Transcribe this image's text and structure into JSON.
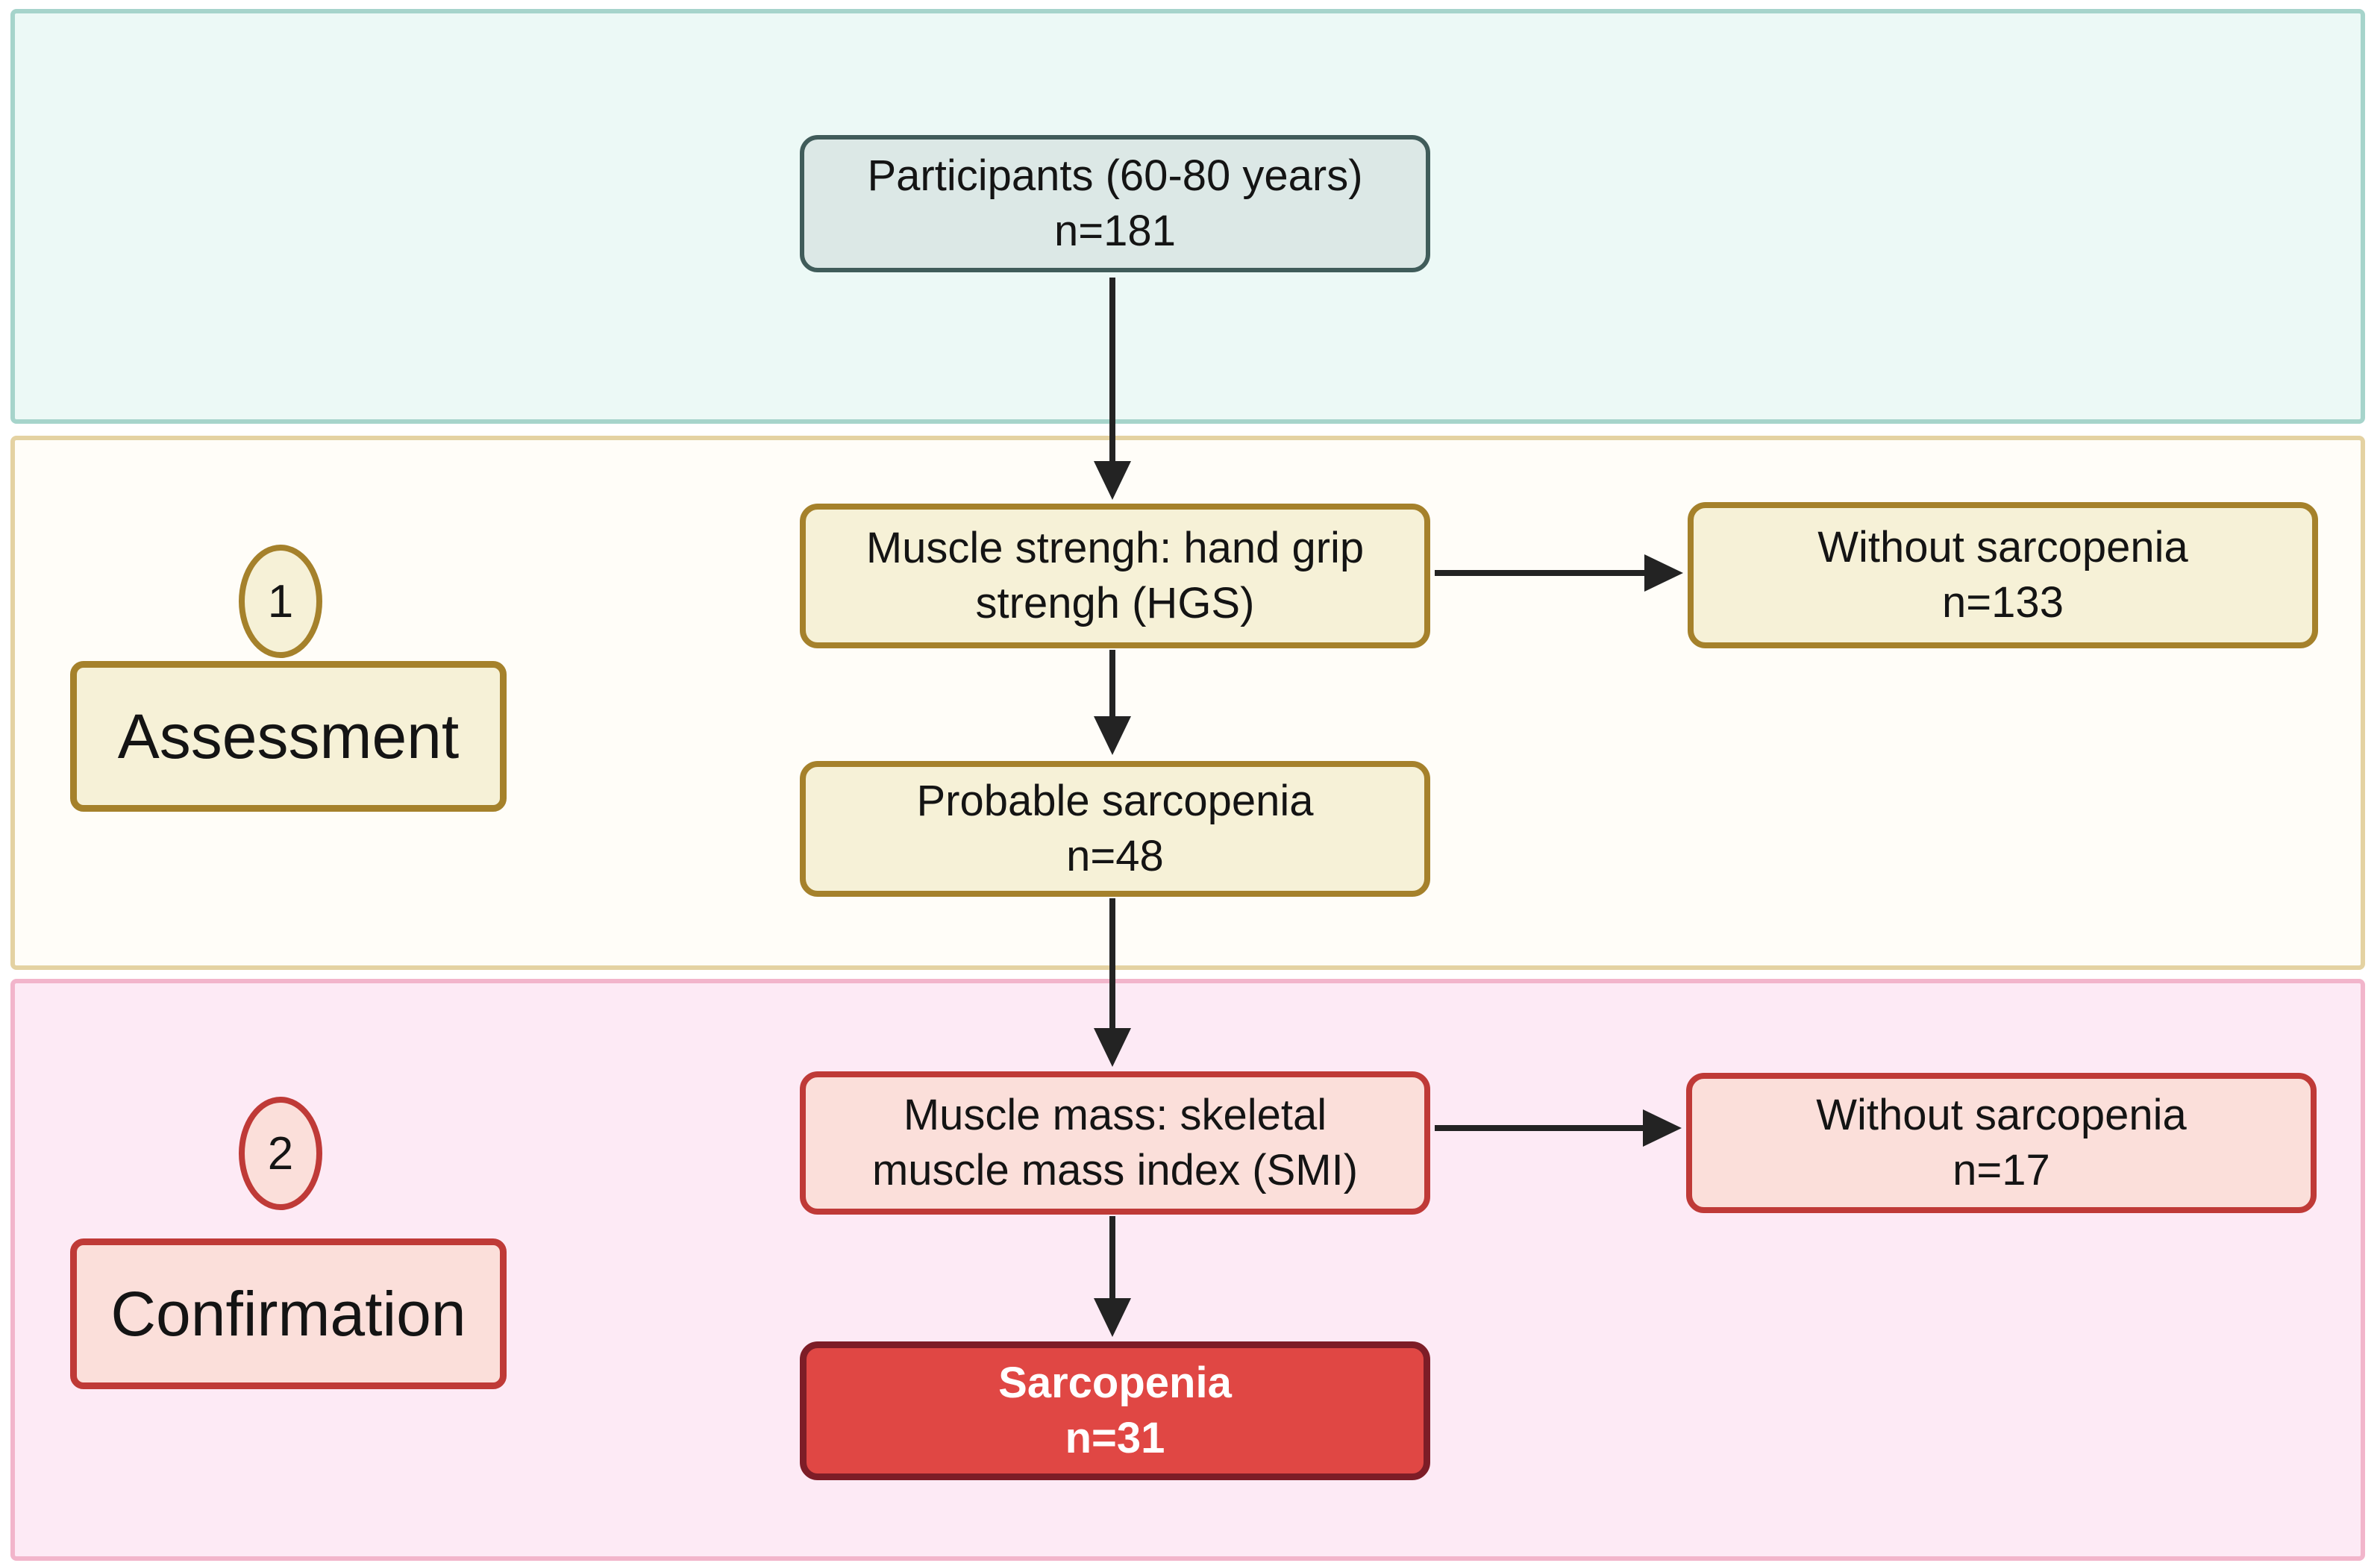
{
  "flow": {
    "participants": {
      "lines": [
        "Participants (60-80 years)",
        "n=181"
      ]
    },
    "muscle_strength": {
      "lines": [
        "Muscle strengh: hand grip",
        "strengh (HGS)"
      ]
    },
    "without_sarcopenia_hgs": {
      "lines": [
        "Without sarcopenia",
        "n=133"
      ]
    },
    "probable_sarcopenia": {
      "lines": [
        "Probable sarcopenia",
        "n=48"
      ]
    },
    "muscle_mass": {
      "lines": [
        "Muscle mass: skeletal",
        "muscle mass index (SMI)"
      ]
    },
    "without_sarcopenia_smi": {
      "lines": [
        "Without sarcopenia",
        "n=17"
      ]
    },
    "sarcopenia": {
      "lines": [
        "Sarcopenia",
        "n=31"
      ]
    }
  },
  "stages": {
    "assessment": {
      "number": "1",
      "label": "Assessment"
    },
    "confirmation": {
      "number": "2",
      "label": "Confirmation"
    }
  },
  "colors": {
    "band_mint_fill": "#ecf9f6",
    "band_mint_border": "#a6d4cb",
    "band_cream_fill": "#fffdf8",
    "band_cream_border": "#e4d2a2",
    "band_pink_fill": "#fdeaf5",
    "band_pink_border": "#f2b5cb",
    "participants_fill": "#dce8e6",
    "participants_border": "#405c5a",
    "cream_fill": "#f6f1d7",
    "gold_border": "#a5812b",
    "pinkbox_fill": "#fbdfda",
    "red_border": "#bf3a37",
    "sarcopenia_fill": "#e04744",
    "sarcopenia_border": "#7d1d27",
    "arrow_color": "#232323"
  }
}
